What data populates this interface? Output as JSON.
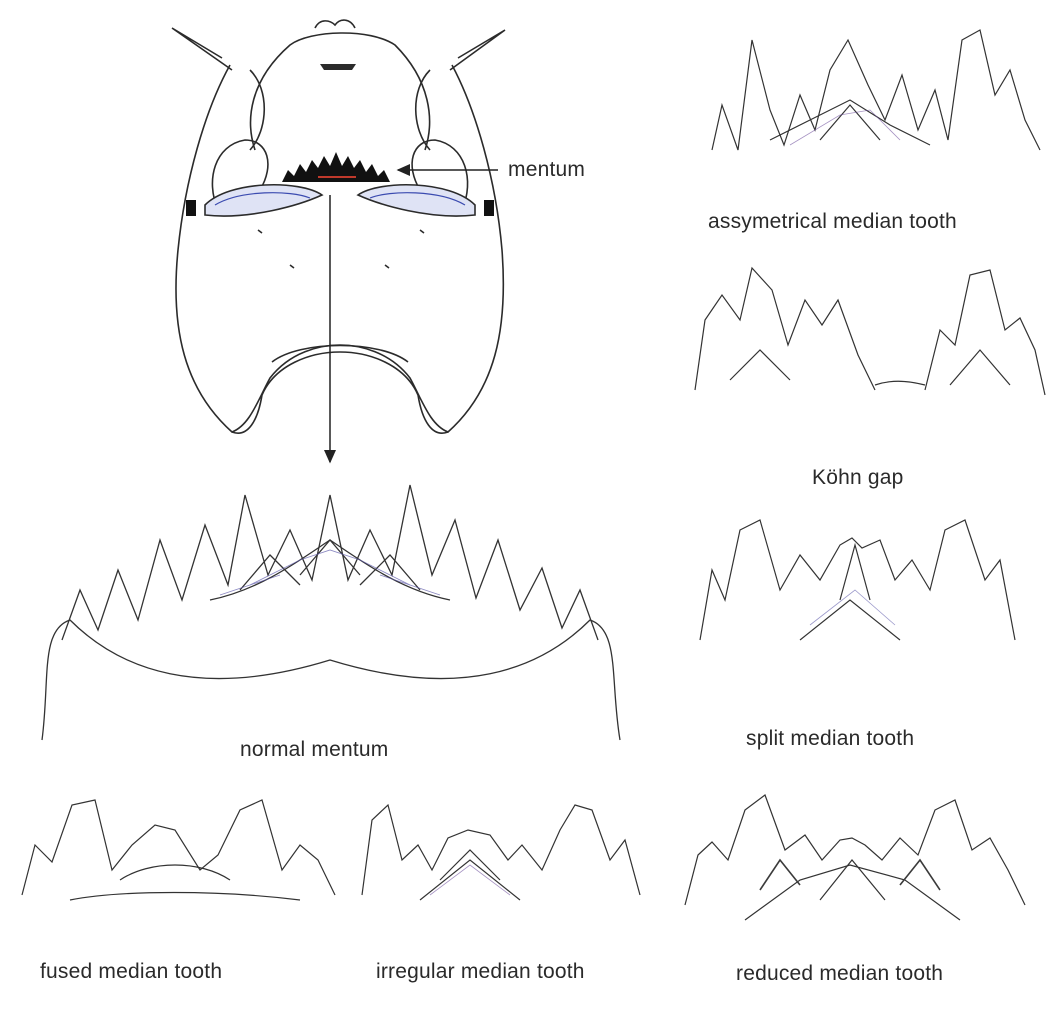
{
  "annotations": {
    "mentum": "mentum"
  },
  "panels": {
    "normal": "normal mentum",
    "assymetrical": "assymetrical median tooth",
    "kohn": "Köhn gap",
    "split": "split median tooth",
    "fused": "fused median tooth",
    "irregular": "irregular median tooth",
    "reduced": "reduced median tooth"
  },
  "colors": {
    "ink": "#2b2b2b",
    "mentum_fill": "#111111",
    "mentum_accent": "#c0392b",
    "eye_accent": "#3b4bb0"
  }
}
